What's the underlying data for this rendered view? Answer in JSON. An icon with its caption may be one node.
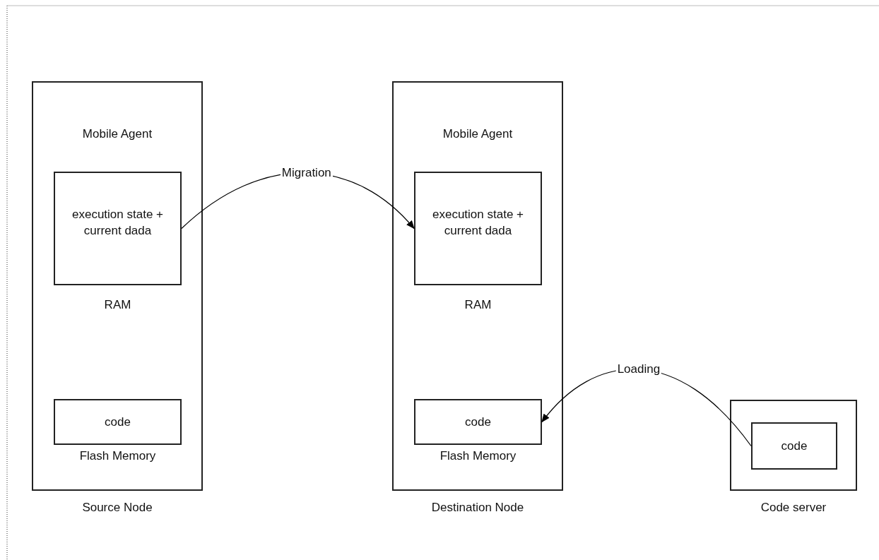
{
  "diagram": {
    "nodes": [
      {
        "text": [
          "Mobile Agent"
        ],
        "beside": [
          "Source Node"
        ]
      },
      {
        "text": [
          "execution state + current dada"
        ],
        "beside": [
          "RAM"
        ],
        "in": 0
      },
      {
        "text": [
          "code"
        ],
        "beside": [
          "Flash Memory"
        ],
        "in": 0
      },
      {
        "text": [
          "Mobile Agent"
        ],
        "beside": [
          "Destination Node"
        ]
      },
      {
        "text": [
          "execution state + current dada"
        ],
        "beside": [
          "RAM"
        ],
        "in": 3
      },
      {
        "text": [
          "code"
        ],
        "beside": [
          "Flash Memory"
        ],
        "in": 3
      },
      {
        "text": [],
        "shape": "box",
        "beside": [
          "Code server"
        ]
      },
      {
        "text": [
          "code"
        ],
        "in": 6
      }
    ],
    "edges": [
      {
        "from": 1,
        "to": 4,
        "arrow": "to",
        "label": "Migration"
      },
      {
        "from": 7,
        "to": 5,
        "arrow": "to",
        "label": "Loading"
      }
    ]
  }
}
